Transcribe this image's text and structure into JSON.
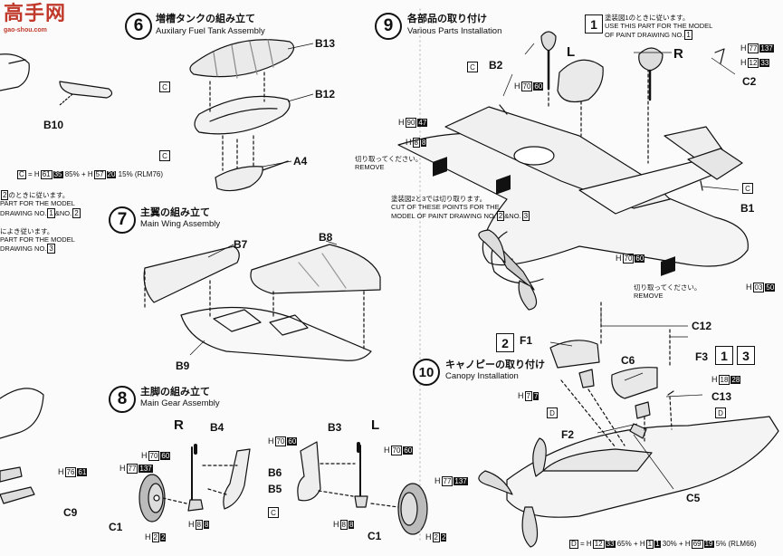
{
  "watermark": {
    "brand": "高手网",
    "url": "gao-shou.com"
  },
  "steps": {
    "s6": {
      "num": "6",
      "jp": "増槽タンクの組み立て",
      "en": "Auxilary Fuel Tank Assembly"
    },
    "s7": {
      "num": "7",
      "jp": "主翼の組み立て",
      "en": "Main Wing Assembly"
    },
    "s8": {
      "num": "8",
      "jp": "主脚の組み立て",
      "en": "Main Gear Assembly"
    },
    "s9": {
      "num": "9",
      "jp": "各部品の取り付け",
      "en": "Various Parts Installation"
    },
    "s10": {
      "num": "10",
      "jp": "キャノピーの取り付け",
      "en": "Canopy Installation"
    }
  },
  "parts": {
    "B10": "B10",
    "B13": "B13",
    "B12": "B12",
    "A4": "A4",
    "B7": "B7",
    "B8": "B8",
    "B9": "B9",
    "B4": "B4",
    "B3": "B3",
    "B6": "B6",
    "B5": "B5",
    "C1": "C1",
    "C1b": "C1",
    "C9": "C9",
    "B2": "B2",
    "C2": "C2",
    "B1": "B1",
    "F1": "F1",
    "C6": "C6",
    "F3": "F3",
    "C12": "C12",
    "C13": "C13",
    "F2": "F2",
    "C5": "C5",
    "L1": "L",
    "R1": "R",
    "R2": "R",
    "L2": "L"
  },
  "paint_boxes": {
    "c": "C",
    "d": "D",
    "one": "1",
    "two": "2",
    "three": "3"
  },
  "notes": {
    "left_c_formula": [
      "C",
      " = H",
      "61",
      "35",
      " 85% + H",
      "57",
      "20",
      " 15% (RLM76)"
    ],
    "left_note1": [
      "2",
      "のときに従います。",
      "PART FOR THE MODEL",
      "DRAWING NO.",
      "1",
      "&NO.",
      "2"
    ],
    "left_note2": [
      "によき従います。",
      "PART FOR THE MODEL",
      "DRAWING NO.",
      "3"
    ],
    "paint1_jp": "塗装図1のときに従います。",
    "paint1_en1": "USE THIS PART FOR THE MODEL",
    "paint1_en2": "OF PAINT DRAWING NO.",
    "paint1_num": "1",
    "cut_jp": "塗装図2と3では切り取ります。",
    "cut_en1": "CUT OF THESE POINTS FOR THE",
    "cut_en2": "MODEL OF PAINT DRAWING NO.",
    "cut_num1": "2",
    "cut_and": "&NO.",
    "cut_num2": "3",
    "remove_jp": "切り取ってください。",
    "remove_en": "REMOVE",
    "bottom_formula": [
      "D",
      " = H",
      "12",
      "33",
      " 65% + H",
      "1",
      "1",
      " 30% + H",
      "69",
      "19",
      " 5% (RLM66)"
    ]
  },
  "hcodes": {
    "h_70_60": [
      "H",
      "70",
      "60"
    ],
    "h_8_8": [
      "H",
      "8",
      "8"
    ],
    "h_77_137": [
      "H",
      "77",
      "137"
    ],
    "h_2_2": [
      "H",
      "2",
      "2"
    ],
    "h_90_47": [
      "H",
      "90",
      "47"
    ],
    "h_12_33": [
      "H",
      "12",
      "33"
    ],
    "h_03_50": [
      "H",
      "03",
      "50"
    ],
    "h_18_28": [
      "H",
      "18",
      "28"
    ],
    "h_7_7": [
      "H",
      "7",
      "7"
    ],
    "h_76_61": [
      "H",
      "76",
      "61"
    ]
  }
}
